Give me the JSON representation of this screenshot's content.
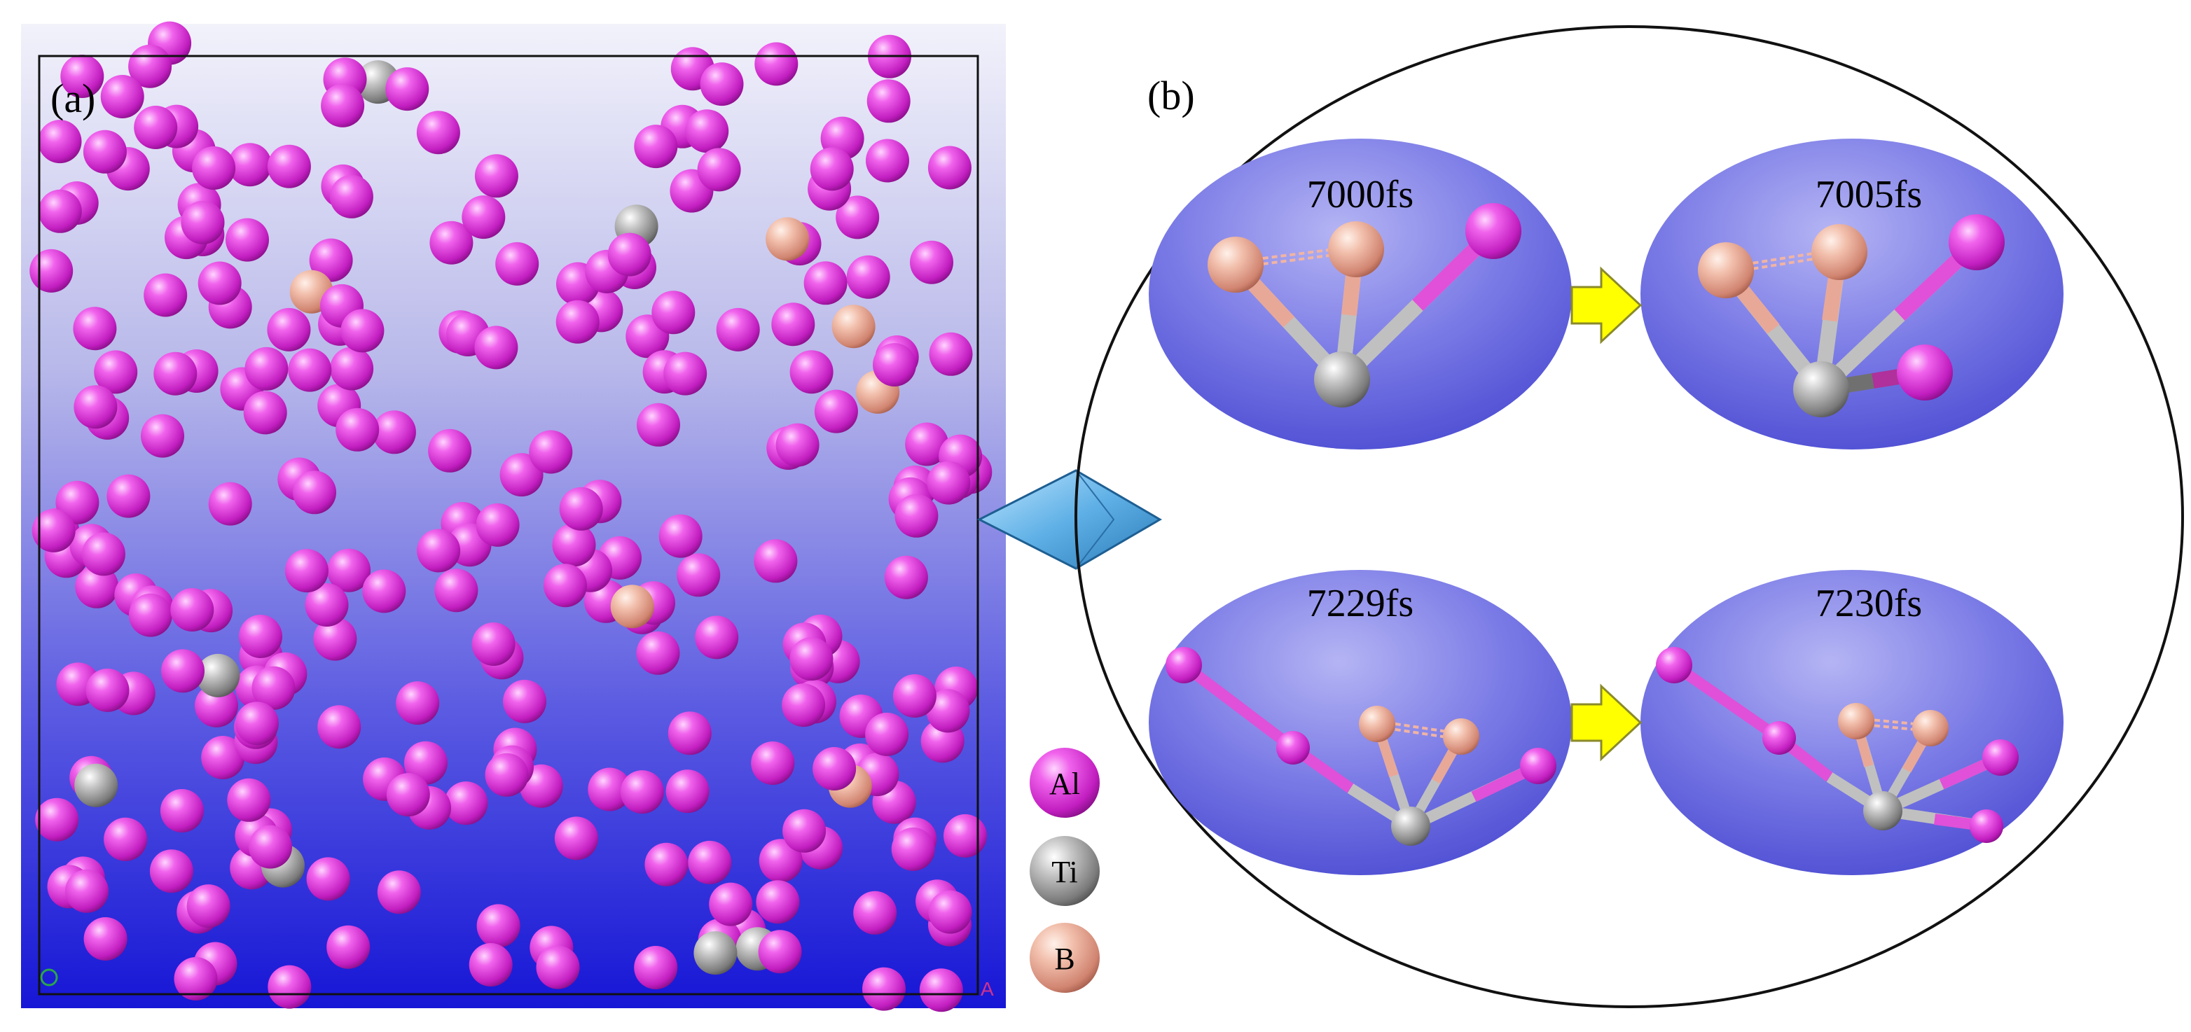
{
  "panel_a": {
    "label": "(a)",
    "axis_marker": "A",
    "atom_counts": {
      "Al": 246,
      "Ti": 7,
      "B": 6
    }
  },
  "legend": {
    "items": [
      {
        "symbol": "Al",
        "color": "#e040d8"
      },
      {
        "symbol": "Ti",
        "color": "#9a9a9a"
      },
      {
        "symbol": "B",
        "color": "#eaa896"
      }
    ]
  },
  "panel_b": {
    "label": "(b)",
    "snapshots": [
      {
        "time": "7000fs"
      },
      {
        "time": "7005fs"
      },
      {
        "time": "7229fs"
      },
      {
        "time": "7230fs"
      }
    ]
  },
  "colors": {
    "al": "#e040d8",
    "ti": "#9a9a9a",
    "b": "#eaa896",
    "box_top": "#f0f0fa",
    "box_bottom": "#1a1ad8",
    "arrow_blue": "#5fb0e6",
    "arrow_yellow": "#ffff00"
  }
}
